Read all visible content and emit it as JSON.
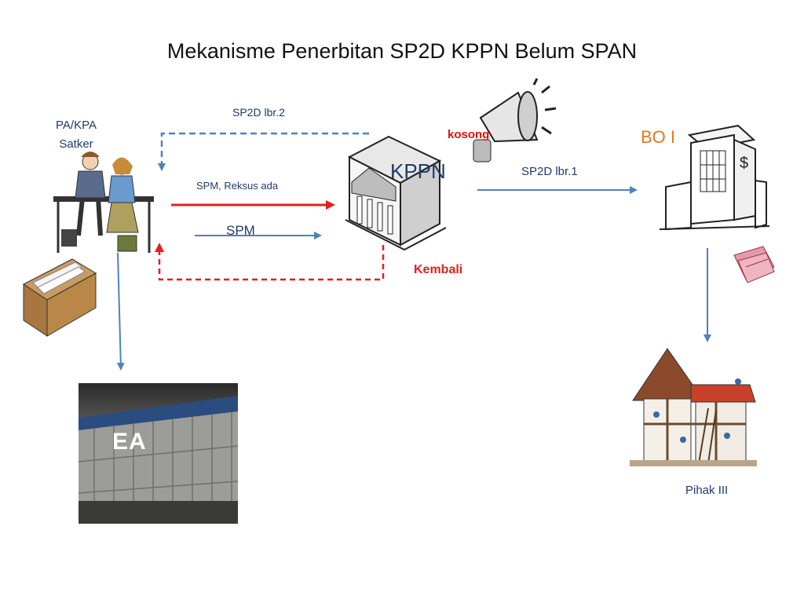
{
  "title": "Mekanisme Penerbitan SP2D KPPN Belum SPAN",
  "nodes": {
    "satker": "PA/KPA\nSatker",
    "kppn": "KPPN",
    "bank": "BO I",
    "pihak_iii": "Pihak III",
    "ea": "EA"
  },
  "edges": {
    "sp2d_lbr2": "SP2D lbr.2",
    "spm_reksus": "SPM, Reksus ada",
    "spm": "SPM",
    "sp2d_lbr1": "SP2D lbr.1",
    "kembali": "Kembali",
    "kosong": "kosong"
  },
  "colors": {
    "flow_blue": "#4f81bd",
    "flow_red": "#e02020",
    "text_navy": "#1f3a6a",
    "bank_orange": "#e07a1a"
  },
  "icons": [
    "people-at-desk-icon",
    "file-box-icon",
    "kppn-building-icon",
    "megaphone-icon",
    "bank-building-icon",
    "money-icon",
    "house-construction-icon",
    "ea-building-photo"
  ]
}
